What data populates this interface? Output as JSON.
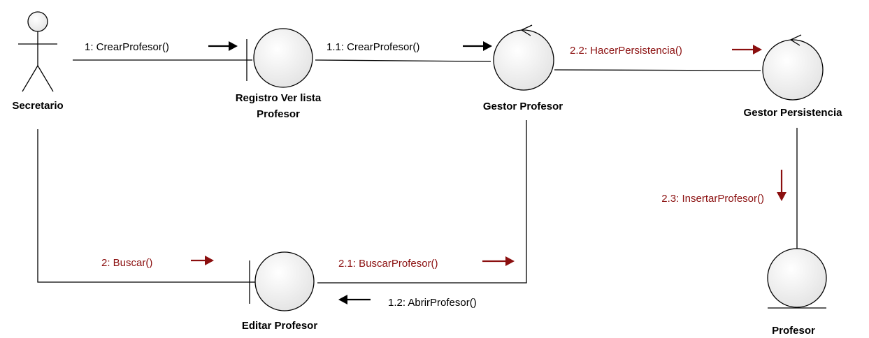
{
  "objects": {
    "actor": {
      "name": "Secretario",
      "kind": "actor"
    },
    "registro": {
      "name_line1": "Registro Ver lista",
      "name_line2": "Profesor",
      "kind": "boundary"
    },
    "gestor_profesor": {
      "name": "Gestor Profesor",
      "kind": "control"
    },
    "gestor_persistencia": {
      "name": "Gestor Persistencia",
      "kind": "control"
    },
    "editar": {
      "name": "Editar Profesor",
      "kind": "boundary"
    },
    "profesor": {
      "name": "Profesor",
      "kind": "entity"
    }
  },
  "messages": {
    "m1": "1: CrearProfesor()",
    "m1_1": "1.1: CrearProfesor()",
    "m1_2": "1.2: AbrirProfesor()",
    "m2": "2: Buscar()",
    "m2_1": "2.1: BuscarProfesor()",
    "m2_2": "2.2: HacerPersistencia()",
    "m2_3": "2.3: InsertarProfesor()"
  },
  "colors": {
    "black_message": "#000000",
    "red_message": "#8b0f0f",
    "shape_fill": "#ececec",
    "line": "#000000"
  }
}
